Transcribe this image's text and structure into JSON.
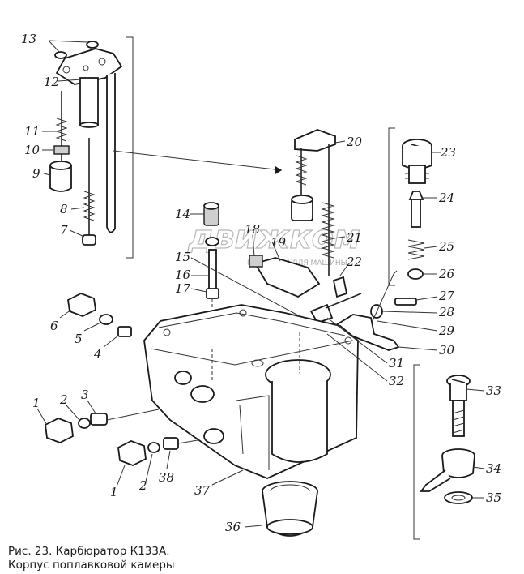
{
  "caption": {
    "line1": "Рис. 23. Карбюратор К133А.",
    "line2": "Корпус поплавковой камеры"
  },
  "watermark": {
    "logo": "движком",
    "tagline": "МАГАЗИНЫ ДЛЯ МАШИНЫ"
  },
  "labels": [
    "13",
    "12",
    "11",
    "10",
    "9",
    "8",
    "7",
    "6",
    "5",
    "4",
    "1",
    "2",
    "3",
    "1",
    "2",
    "38",
    "14",
    "15",
    "16",
    "17",
    "18",
    "19",
    "20",
    "21",
    "22",
    "23",
    "24",
    "25",
    "26",
    "27",
    "28",
    "29",
    "30",
    "31",
    "32",
    "33",
    "34",
    "35",
    "36",
    "37"
  ],
  "colors": {
    "ink": "#1a1a1a",
    "shade": "#cfcfcf",
    "watermark": "#b8b8b8"
  }
}
